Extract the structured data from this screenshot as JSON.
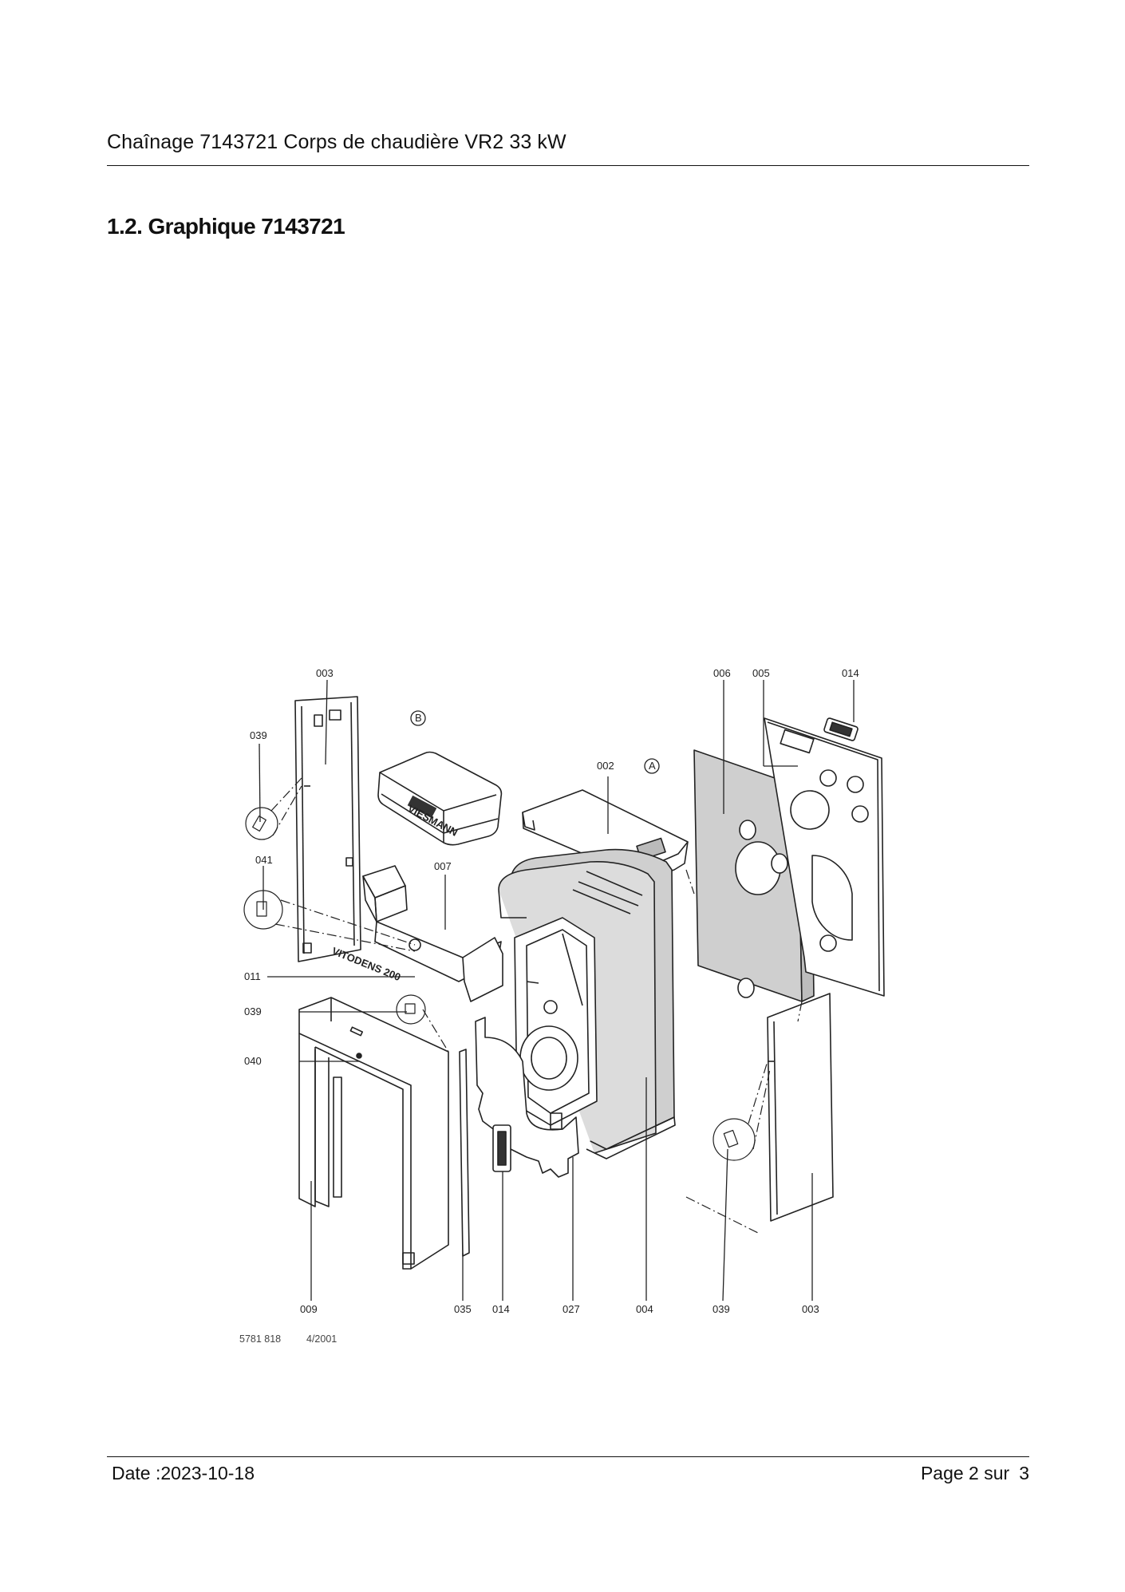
{
  "header": {
    "title": "Chaînage 7143721 Corps de chaudière VR2 33 kW"
  },
  "section": {
    "title": "1.2. Graphique 7143721"
  },
  "diagram": {
    "labels": {
      "l003_top": "003",
      "l006": "006",
      "l005": "005",
      "l014_top": "014",
      "l039_top": "039",
      "l002": "002",
      "l041": "041",
      "l007": "007",
      "l011": "011",
      "l039_mid": "039",
      "l040": "040",
      "l009": "009",
      "l035": "035",
      "l014_bot": "014",
      "l027": "027",
      "l004": "004",
      "l039_bot": "039",
      "l003_bot": "003"
    },
    "callouts": {
      "a": "A",
      "b": "B"
    },
    "model_text": "VITODENS 200",
    "logo_text": "VIESMANN",
    "reference": {
      "code": "5781 818",
      "date": "4/2001"
    }
  },
  "footer": {
    "date": "Date :2023-10-18",
    "page_label": "Page 2 sur",
    "page_total": "3"
  }
}
